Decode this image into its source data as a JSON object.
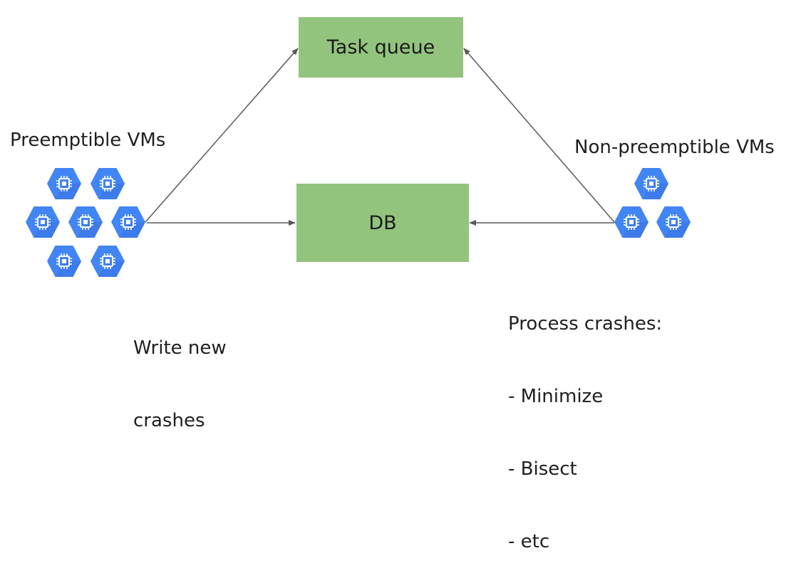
{
  "nodes": {
    "task_queue": "Task queue",
    "db": "DB"
  },
  "labels": {
    "preemptible": "Preemptible VMs",
    "non_preemptible": "Non-preemptible VMs",
    "write_new_crashes": [
      "Write new",
      "crashes"
    ],
    "process_crashes": [
      "Process crashes:",
      "- Minimize",
      "- Bisect",
      "- etc"
    ]
  },
  "icons": {
    "vm_icon": "compute-engine-vm-icon",
    "color_fill": "#4285f4",
    "color_dark": "#3367d6"
  },
  "colors": {
    "box_fill": "#93c47d",
    "arrow": "#595959"
  }
}
